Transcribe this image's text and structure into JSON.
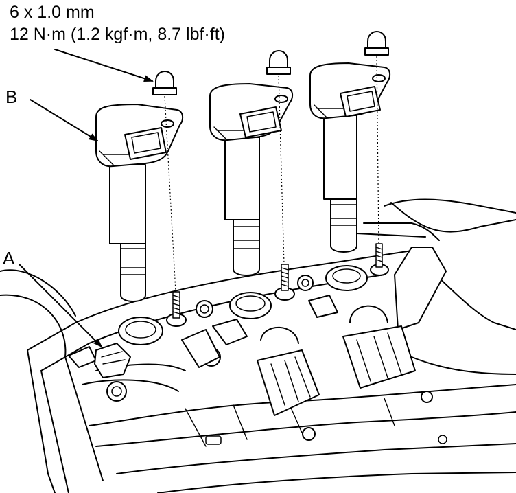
{
  "fastener_spec": {
    "bolt_size": "6 x 1.0 mm",
    "torque": "12 N·m (1.2 kgf·m, 8.7 lbf·ft)"
  },
  "callouts": {
    "a": "A",
    "b": "B"
  },
  "colors": {
    "line": "#000000",
    "background": "#ffffff"
  }
}
